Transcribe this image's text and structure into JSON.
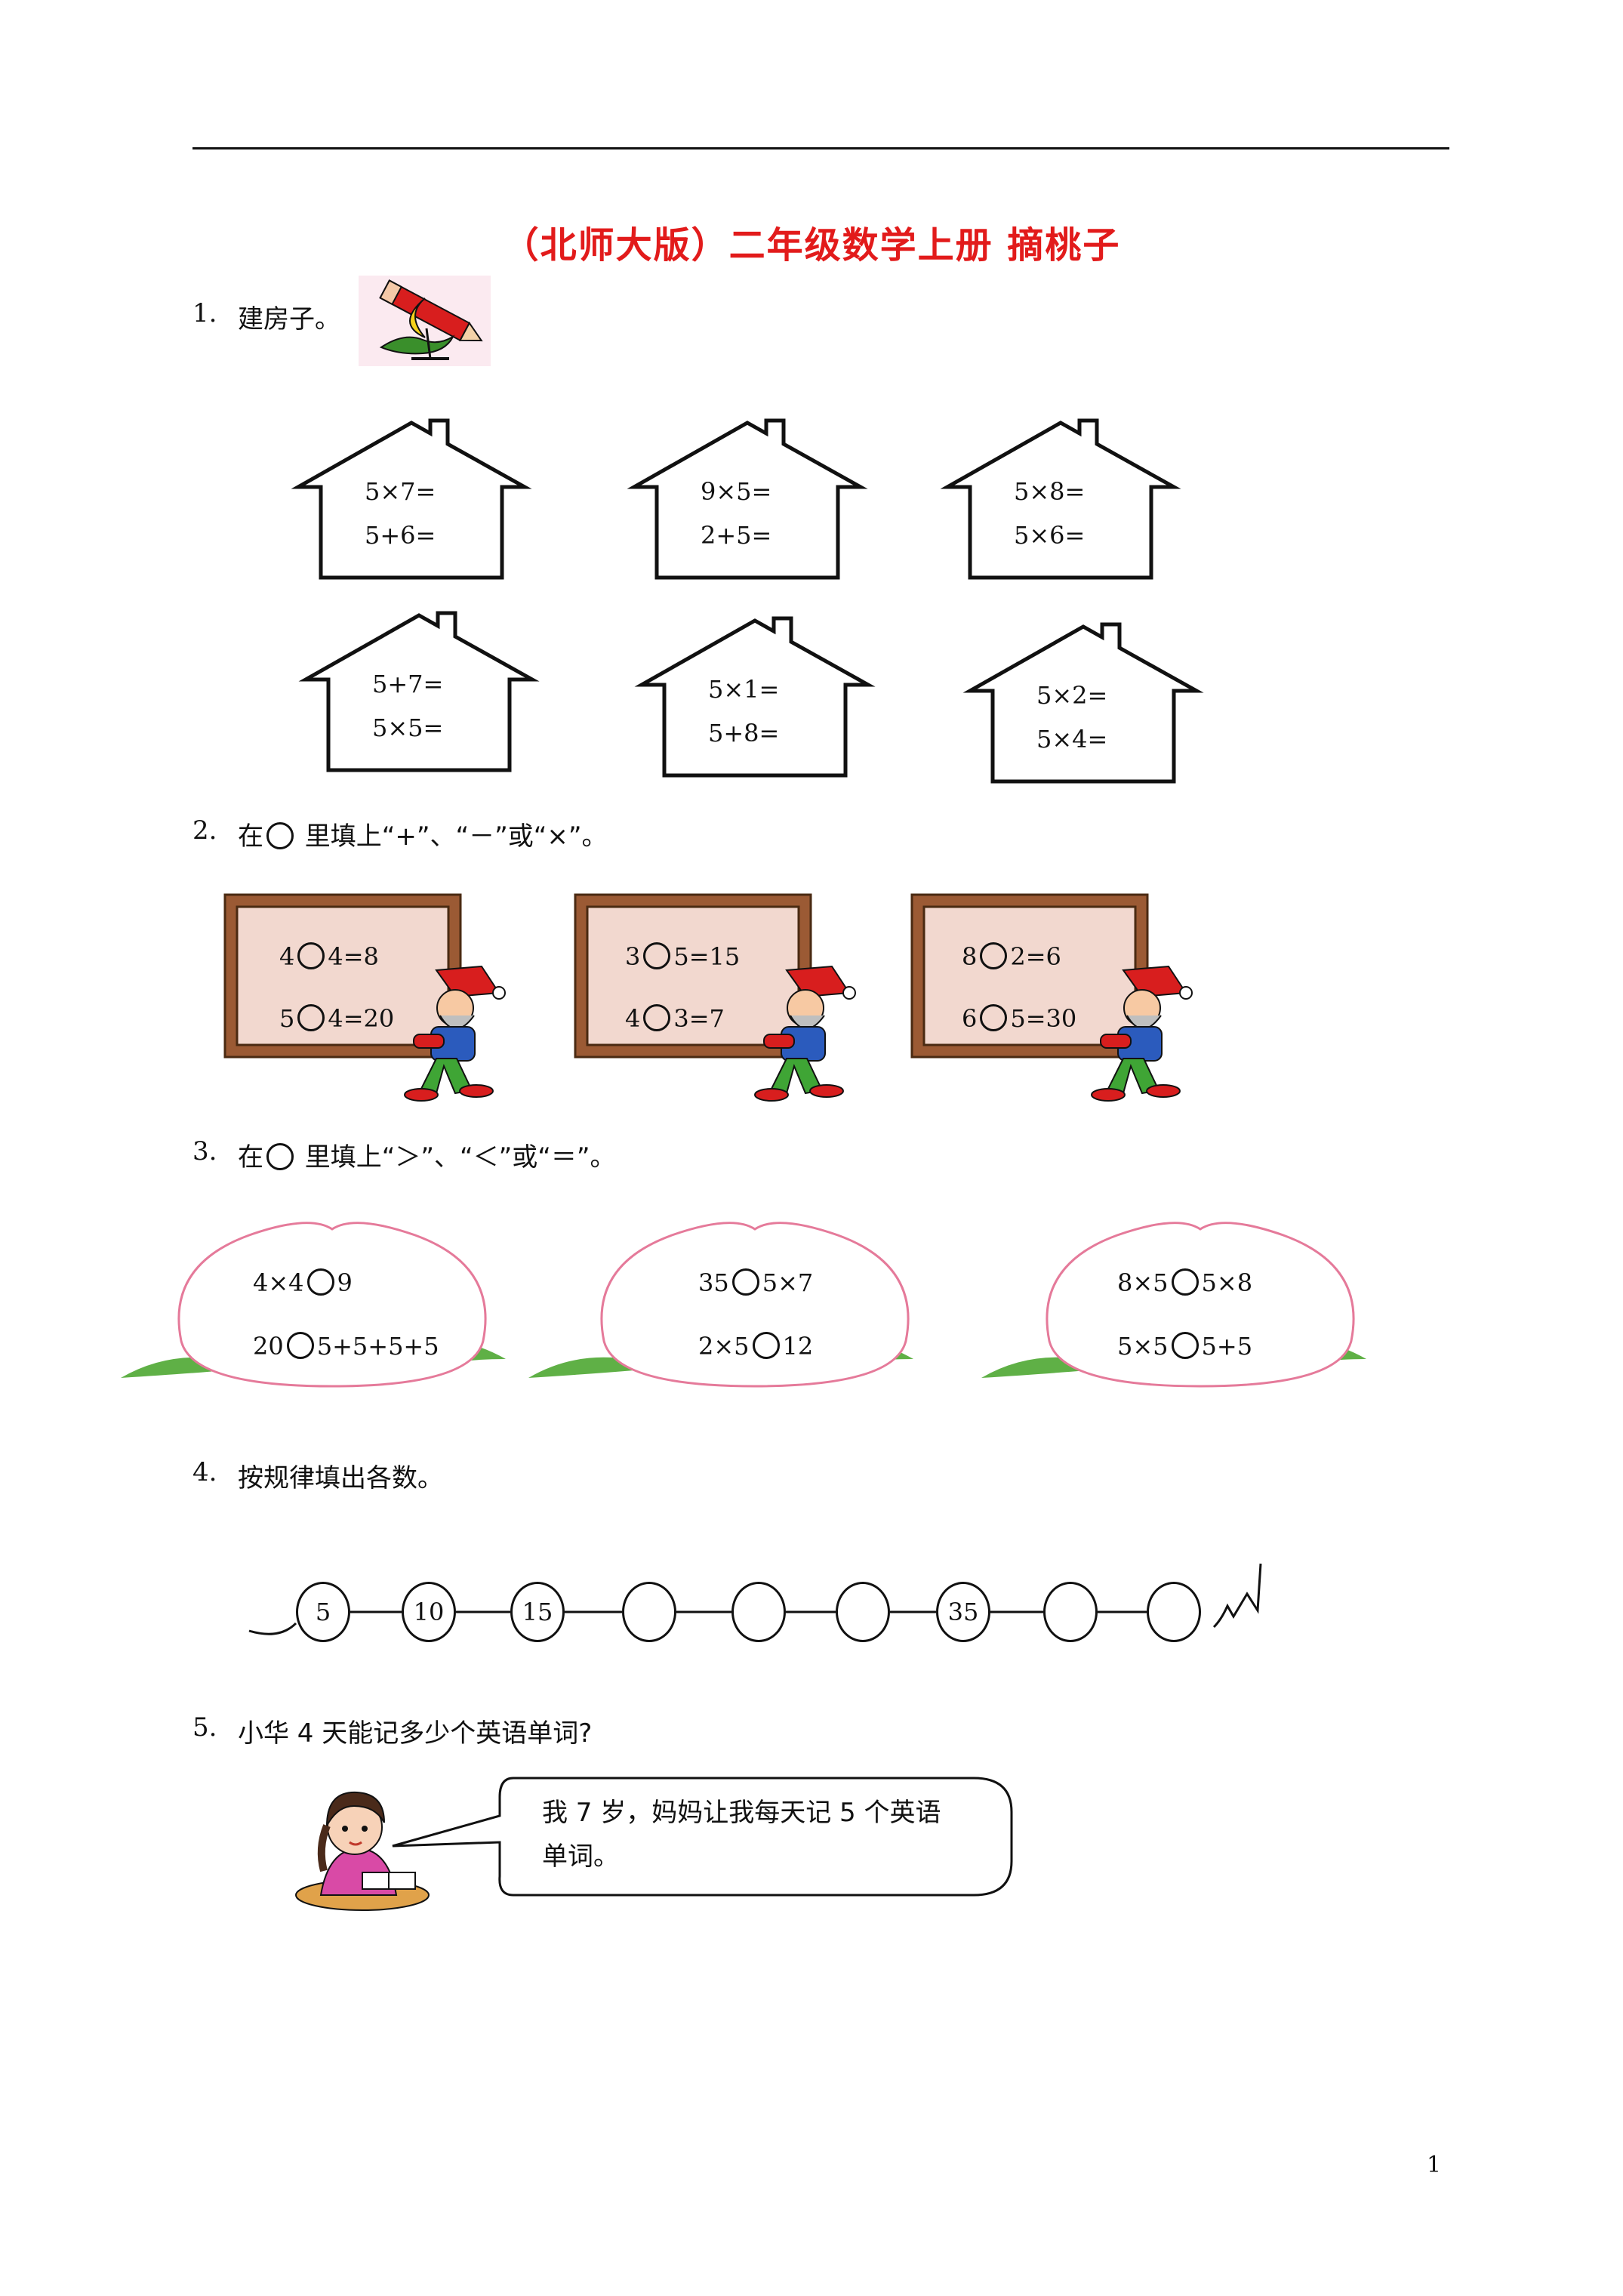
{
  "title": "（北师大版）二年级数学上册 摘桃子",
  "page_number": "1",
  "q1": {
    "num": "1.",
    "text": "建房子。",
    "houses": [
      [
        "5×7=",
        "5+6="
      ],
      [
        "9×5=",
        "2+5="
      ],
      [
        "5×8=",
        "5×6="
      ],
      [
        "5+7=",
        "5×5="
      ],
      [
        "5×1=",
        "5+8="
      ],
      [
        "5×2=",
        "5×4="
      ]
    ]
  },
  "q2": {
    "num": "2.",
    "text_before": "在",
    "text_after": " 里填上“+”、“－”或“×”。",
    "boards": [
      [
        [
          "4",
          "4=8"
        ],
        [
          "5",
          "4=20"
        ]
      ],
      [
        [
          "3",
          "5=15"
        ],
        [
          "4",
          "3=7"
        ]
      ],
      [
        [
          "8",
          "2=6"
        ],
        [
          "6",
          "5=30"
        ]
      ]
    ]
  },
  "q3": {
    "num": "3.",
    "text_before": "在",
    "text_after": " 里填上“＞”、“＜”或“＝”。",
    "peaches": [
      [
        [
          "4×4",
          "9"
        ],
        [
          "20",
          "5+5+5+5"
        ]
      ],
      [
        [
          "35",
          "5×7"
        ],
        [
          "2×5",
          "12"
        ]
      ],
      [
        [
          "8×5",
          "5×8"
        ],
        [
          "5×5",
          "5+5"
        ]
      ]
    ]
  },
  "q4": {
    "num": "4.",
    "text": "按规律填出各数。",
    "sequence": [
      "5",
      "10",
      "15",
      "",
      "",
      "",
      "35",
      "",
      ""
    ]
  },
  "q5": {
    "num": "5.",
    "text": "小华 4 天能记多少个英语单词?",
    "speech_line1": "我 7 岁，妈妈让我每天记 5 个英语",
    "speech_line2": "单词。"
  }
}
